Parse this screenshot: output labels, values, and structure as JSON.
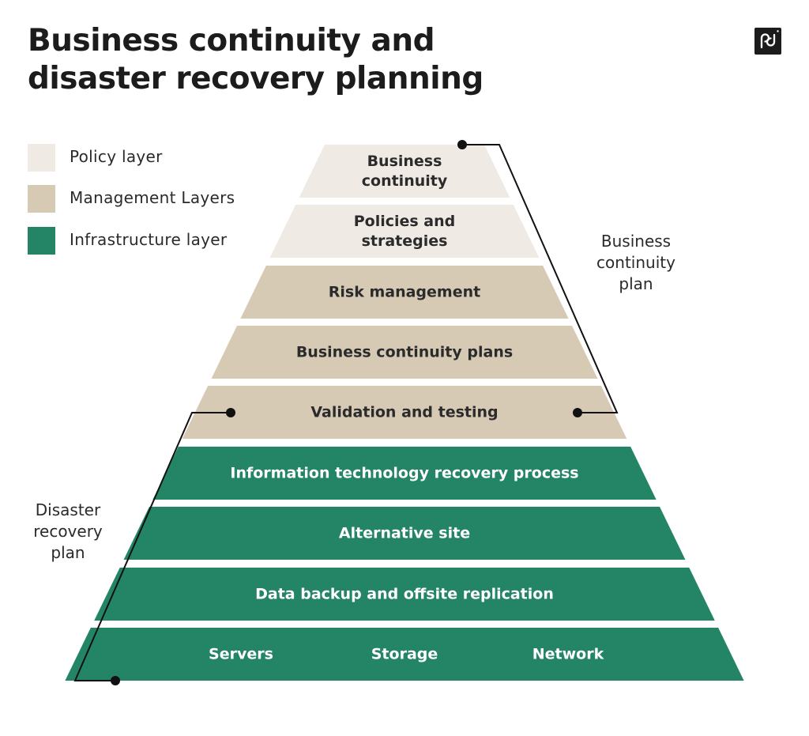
{
  "title": {
    "line1": "Business continuity and",
    "line2": "disaster recovery planning"
  },
  "logo": {
    "icon": "pd-logo-icon"
  },
  "legend": [
    {
      "label": "Policy layer",
      "color": "#efebe4"
    },
    {
      "label": "Management Layers",
      "color": "#d6cab5"
    },
    {
      "label": "Infrastructure layer",
      "color": "#248566"
    }
  ],
  "colors": {
    "policy": "#efebe4",
    "management": "#d6cab5",
    "infrastructure": "#248566",
    "dark_text": "#2b2b2b",
    "light_text": "#ffffff",
    "bracket": "#111111"
  },
  "pyramid": {
    "layers": [
      {
        "lines": [
          "Business",
          "continuity"
        ],
        "kind": "policy"
      },
      {
        "lines": [
          "Policies and",
          "strategies"
        ],
        "kind": "policy"
      },
      {
        "lines": [
          "Risk management"
        ],
        "kind": "management"
      },
      {
        "lines": [
          "Business continuity plans"
        ],
        "kind": "management"
      },
      {
        "lines": [
          "Validation and testing"
        ],
        "kind": "management"
      },
      {
        "lines": [
          "Information technology recovery process"
        ],
        "kind": "infrastructure"
      },
      {
        "lines": [
          "Alternative site"
        ],
        "kind": "infrastructure"
      },
      {
        "lines": [
          "Data backup and offsite replication"
        ],
        "kind": "infrastructure"
      },
      {
        "lines": [
          "Servers",
          "Storage",
          "Network"
        ],
        "kind": "infrastructure",
        "columns": true
      }
    ]
  },
  "brackets": {
    "business_continuity_plan": {
      "lines": [
        "Business",
        "continuity",
        "plan"
      ]
    },
    "disaster_recovery_plan": {
      "lines": [
        "Disaster",
        "recovery",
        "plan"
      ]
    }
  }
}
